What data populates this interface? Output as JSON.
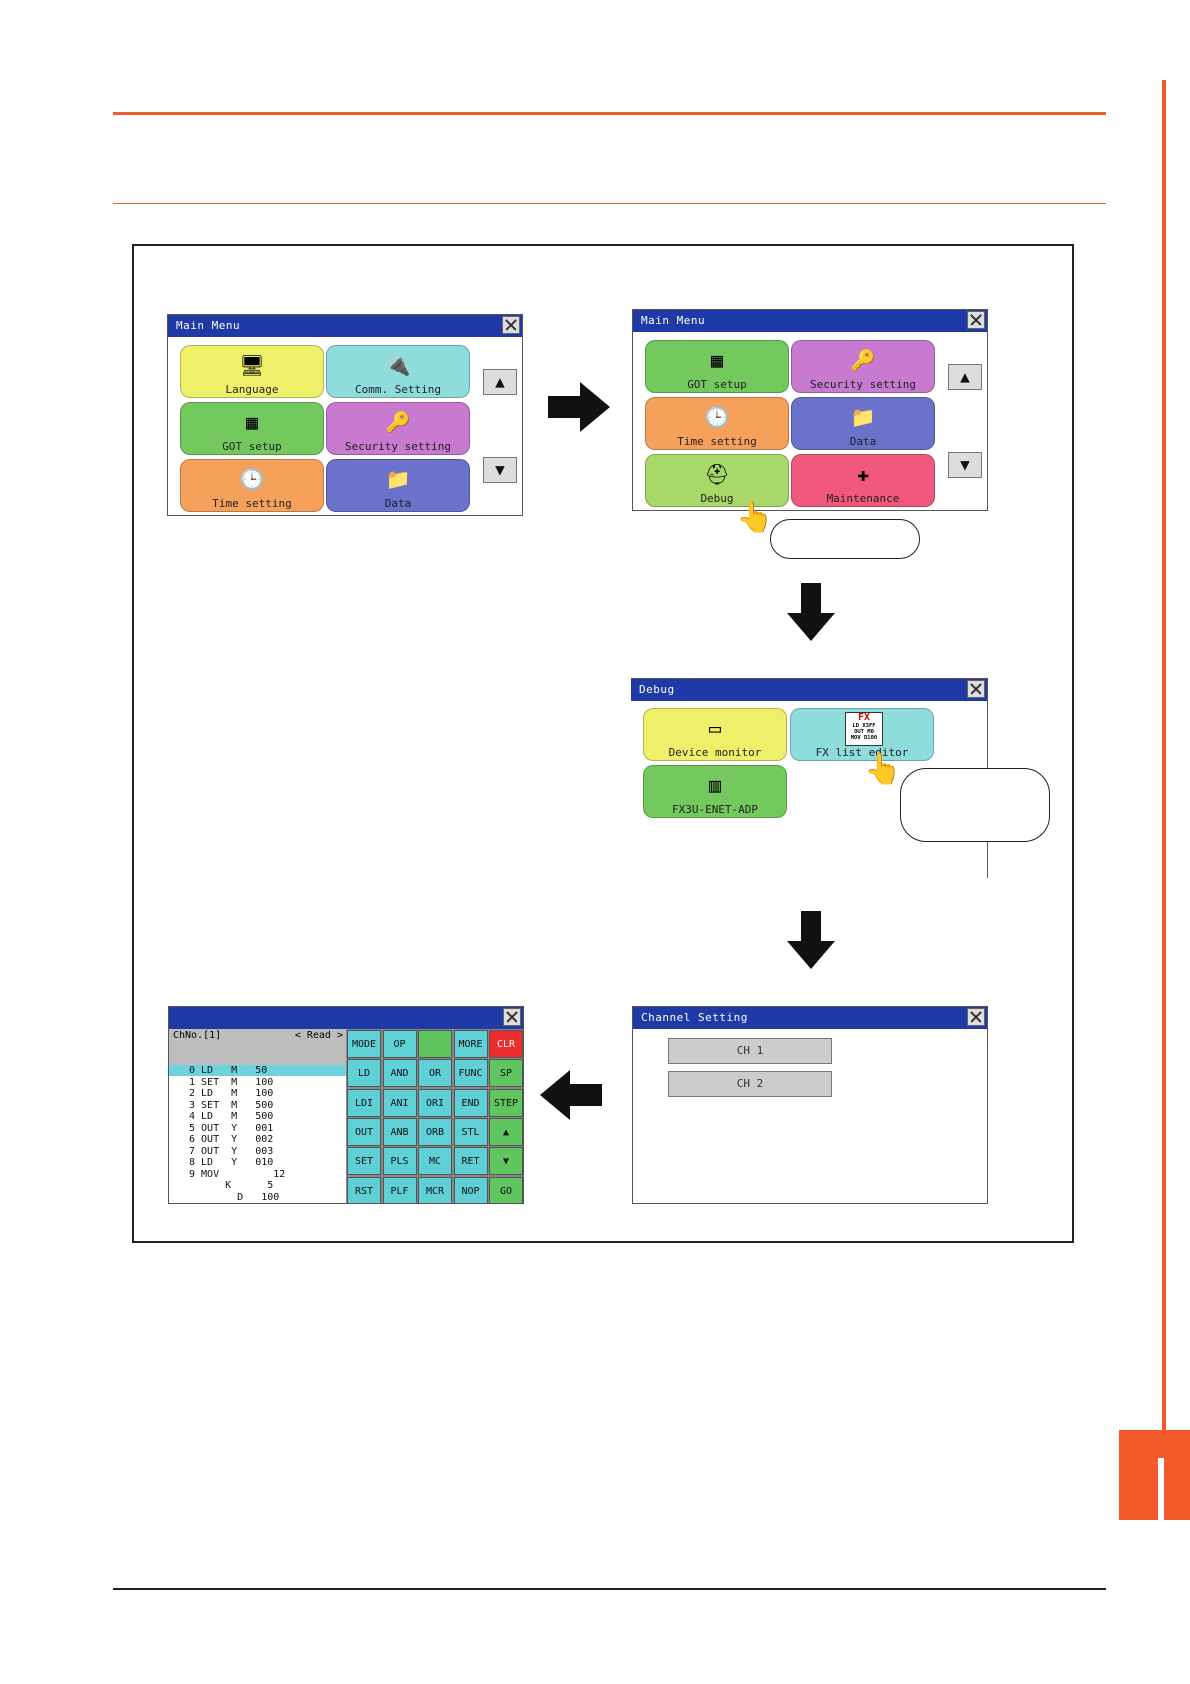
{
  "main_menu_1": {
    "title": "Main Menu",
    "tiles": [
      "Language",
      "Comm. Setting",
      "GOT setup",
      "Security setting",
      "Time setting",
      "Data"
    ]
  },
  "main_menu_2": {
    "title": "Main Menu",
    "tiles": [
      "GOT setup",
      "Security setting",
      "Time setting",
      "Data",
      "Debug",
      "Maintenance"
    ]
  },
  "debug": {
    "title": "Debug",
    "tiles": [
      "Device monitor",
      "FX list editor",
      "FX3U-ENET-ADP"
    ],
    "fx_icon_text": [
      "FX",
      "LD X3FF",
      "OUT M0",
      "MOV D100"
    ]
  },
  "channel": {
    "title": "Channel Setting",
    "buttons": [
      "CH 1",
      "CH 2"
    ]
  },
  "list_editor": {
    "ch_label": "ChNo.[1]",
    "mode_label": "< Read >",
    "program": [
      "0 LD   M   50",
      "1 SET  M   100",
      "2 LD   M   100",
      "3 SET  M   500",
      "4 LD   M   500",
      "5 OUT  Y   001",
      "6 OUT  Y   002",
      "7 OUT  Y   003",
      "8 LD   Y   010",
      "9 MOV         12",
      "      K      5",
      "        D   100"
    ],
    "keys": [
      [
        "MODE",
        "OP",
        "",
        "MORE",
        "CLR"
      ],
      [
        "LD",
        "AND",
        "OR",
        "FUNC",
        "SP"
      ],
      [
        "LDI",
        "ANI",
        "ORI",
        "END",
        "STEP"
      ],
      [
        "OUT",
        "ANB",
        "ORB",
        "STL",
        "▲"
      ],
      [
        "SET",
        "PLS",
        "MC",
        "RET",
        "▼"
      ],
      [
        "RST",
        "PLF",
        "MCR",
        "NOP",
        "GO"
      ]
    ]
  },
  "icons": {
    "up": "▲",
    "down": "▼"
  }
}
